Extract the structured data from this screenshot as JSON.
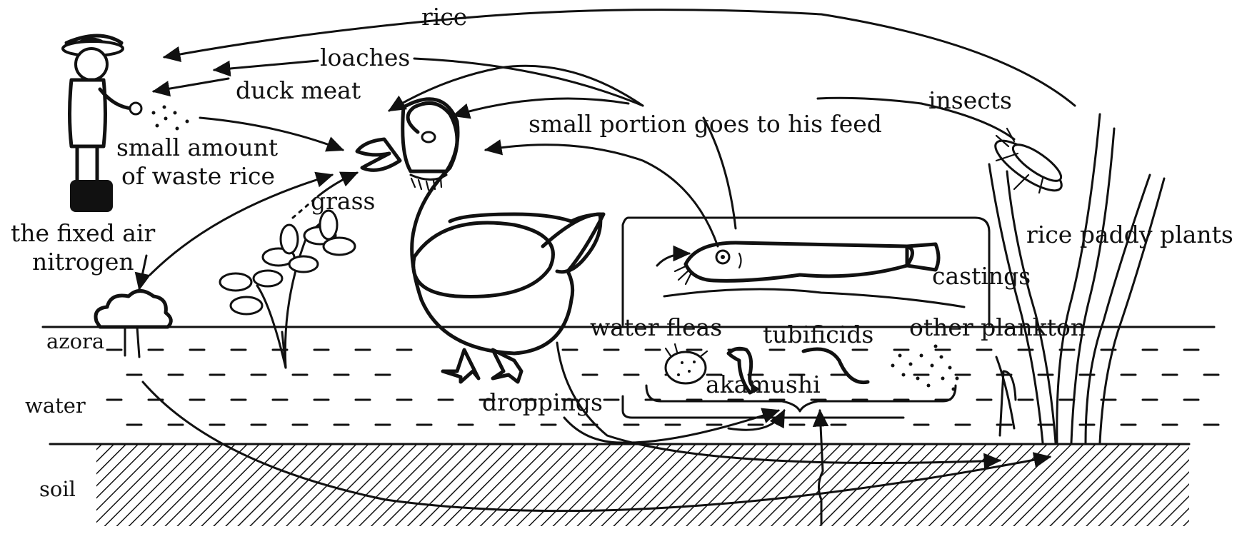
{
  "labels": {
    "rice": "rice",
    "loaches": "loaches",
    "duck_meat": "duck meat",
    "insects": "insects",
    "small_portion": "small portion goes to his feed",
    "waste_rice_1": "small amount",
    "waste_rice_2": "of waste rice",
    "grass": "grass",
    "fixed_air_1": "the fixed air",
    "fixed_air_2": "nitrogen",
    "rice_paddy_plants": "rice paddy  plants",
    "castings": "castings",
    "azora": "azora",
    "water_fleas": "water fleas",
    "tubificids": "tubificids",
    "other_plankton": "other plankton",
    "water": "water",
    "droppings": "droppings",
    "akamushi": "akamushi",
    "soil": "soil"
  },
  "icons": {
    "farmer": "farmer-icon",
    "duck": "duck-icon",
    "loach": "loach-icon",
    "insect": "insect-icon",
    "azolla": "azolla-icon",
    "grass": "grass-icon",
    "rice_plant": "rice-plant-icon",
    "water_flea": "water-flea-icon",
    "tubificid": "tubificid-icon",
    "akamushi": "akamushi-icon",
    "plankton": "plankton-icon"
  }
}
